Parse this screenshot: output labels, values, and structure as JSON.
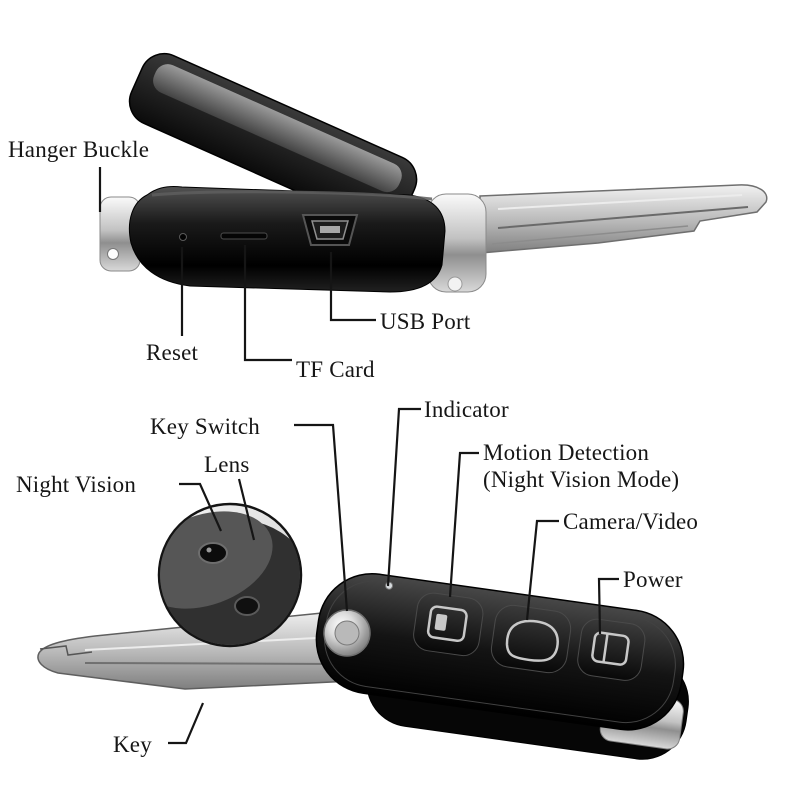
{
  "labels": {
    "hanger_buckle": "Hanger Buckle",
    "reset": "Reset",
    "tf_card": "TF Card",
    "usb_port": "USB Port",
    "key_switch": "Key Switch",
    "lens": "Lens",
    "night_vision": "Night Vision",
    "indicator": "Indicator",
    "motion_detection": {
      "line1": "Motion Detection",
      "line2": "(Night Vision Mode)"
    },
    "camera_video": "Camera/Video",
    "power": "Power",
    "key": "Key"
  },
  "icons": {
    "button_1": "car-lock-icon",
    "button_2": "car-trunk-icon",
    "button_3": "car-door-icon",
    "inset": "magnifier-circle"
  },
  "colors": {
    "background": "#ffffff",
    "leader_line": "#151515",
    "text": "#161616",
    "key_body": "#111111",
    "chrome": "#c2c2c2"
  }
}
